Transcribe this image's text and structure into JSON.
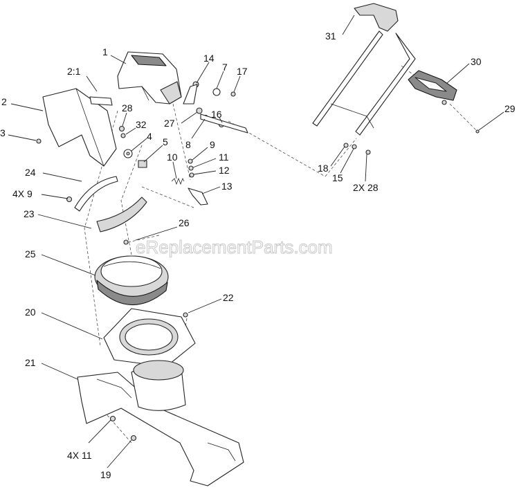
{
  "watermark": "eReplacementParts.com",
  "callouts": [
    {
      "id": "c1",
      "text": "1"
    },
    {
      "id": "c2_1",
      "text": "2:1"
    },
    {
      "id": "c2",
      "text": "2"
    },
    {
      "id": "c3",
      "text": "3"
    },
    {
      "id": "c28a",
      "text": "28"
    },
    {
      "id": "c32",
      "text": "32"
    },
    {
      "id": "c4",
      "text": "4"
    },
    {
      "id": "c5",
      "text": "5"
    },
    {
      "id": "c14",
      "text": "14"
    },
    {
      "id": "c7",
      "text": "7"
    },
    {
      "id": "c17",
      "text": "17"
    },
    {
      "id": "c16",
      "text": "16"
    },
    {
      "id": "c27",
      "text": "27"
    },
    {
      "id": "c8",
      "text": "8"
    },
    {
      "id": "c9",
      "text": "9"
    },
    {
      "id": "c10",
      "text": "10"
    },
    {
      "id": "c11",
      "text": "11"
    },
    {
      "id": "c12",
      "text": "12"
    },
    {
      "id": "c13",
      "text": "13"
    },
    {
      "id": "c24",
      "text": "24"
    },
    {
      "id": "c4x9",
      "text": "4X 9"
    },
    {
      "id": "c23",
      "text": "23"
    },
    {
      "id": "c26",
      "text": "26"
    },
    {
      "id": "c25",
      "text": "25"
    },
    {
      "id": "c22",
      "text": "22"
    },
    {
      "id": "c20",
      "text": "20"
    },
    {
      "id": "c21",
      "text": "21"
    },
    {
      "id": "c4x11",
      "text": "4X 11"
    },
    {
      "id": "c19",
      "text": "19"
    },
    {
      "id": "c31",
      "text": "31"
    },
    {
      "id": "c30",
      "text": "30"
    },
    {
      "id": "c29",
      "text": "29"
    },
    {
      "id": "c18",
      "text": "18"
    },
    {
      "id": "c15",
      "text": "15"
    },
    {
      "id": "c2x28",
      "text": "2X 28"
    }
  ]
}
